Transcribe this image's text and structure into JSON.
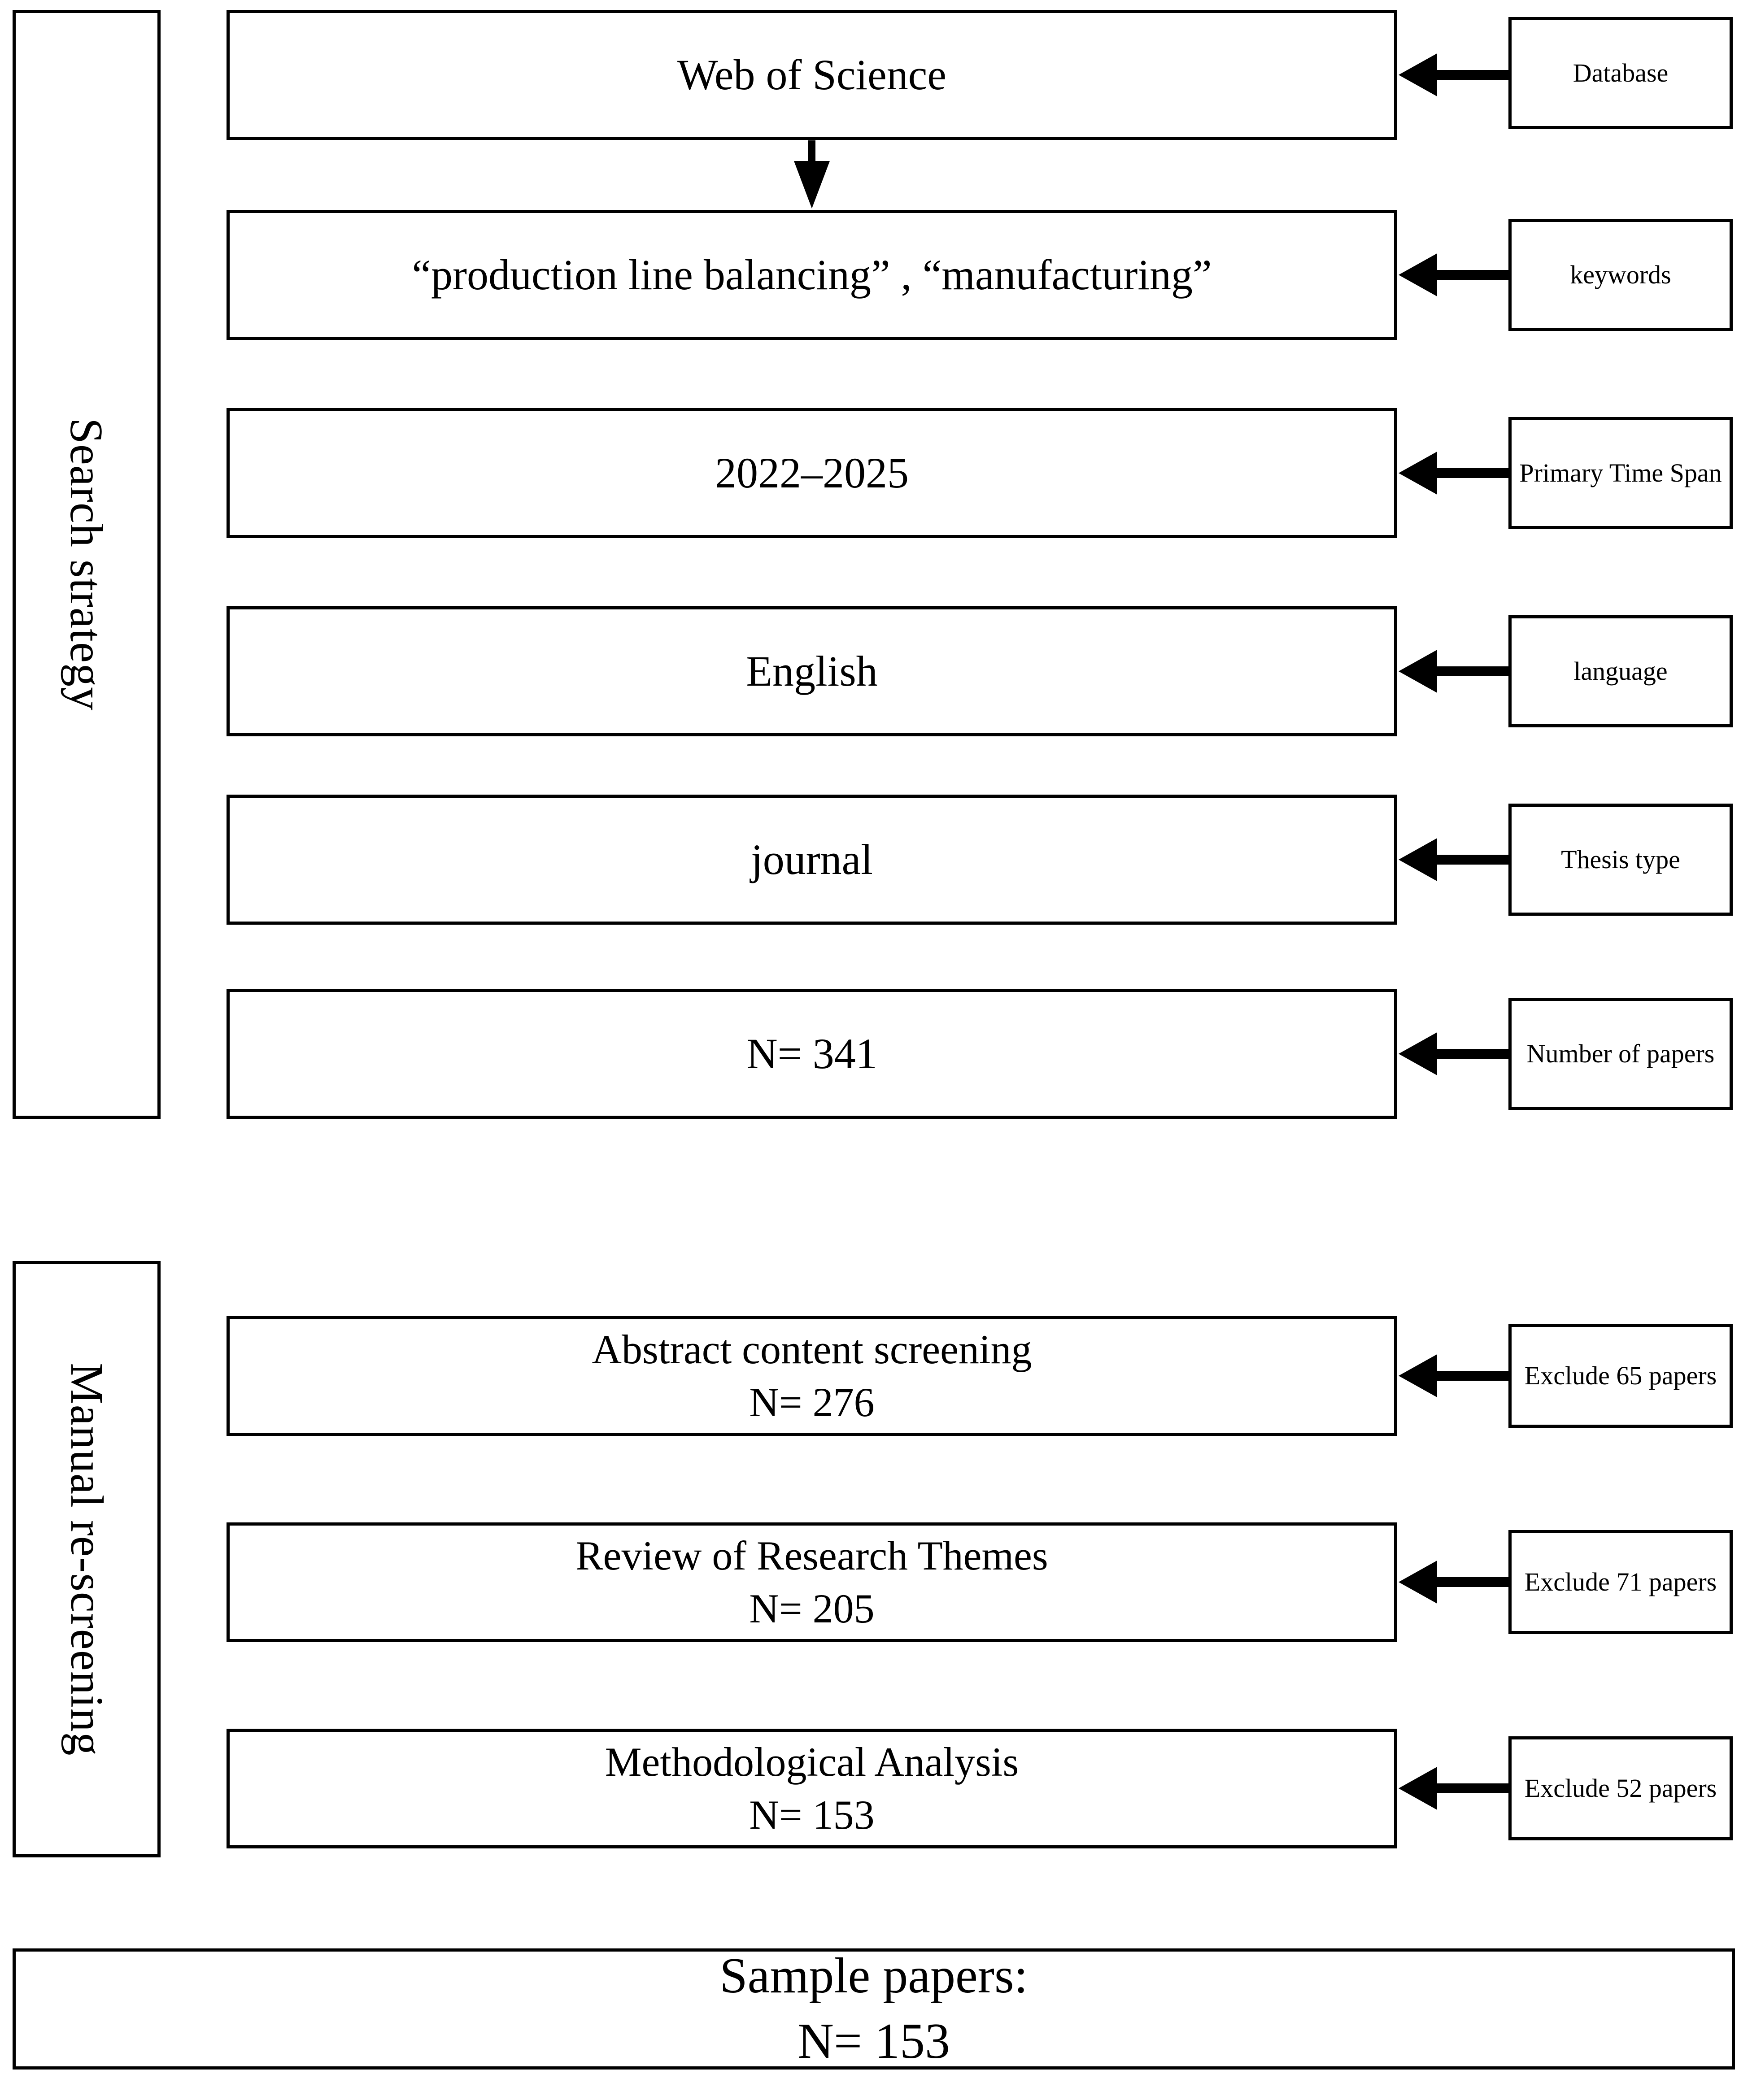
{
  "figure": {
    "type": "prisma-flow-diagram",
    "sections": [
      {
        "id": "search-strategy",
        "label": "Search strategy"
      },
      {
        "id": "manual-re-screening",
        "label": "Manual re-screening"
      }
    ]
  },
  "search_strategy": {
    "label": "Search strategy",
    "steps": [
      {
        "value": "Web of Science",
        "note": "Database"
      },
      {
        "value": "“production line balancing” , “manufacturing”",
        "note": "keywords"
      },
      {
        "value": "2022–2025",
        "note": "Primary Time Span"
      },
      {
        "value": "English",
        "note": "language"
      },
      {
        "value": "journal",
        "note": "Thesis type"
      },
      {
        "value": "N= 341",
        "note": "Number of papers"
      }
    ]
  },
  "manual_rescreening": {
    "label": "Manual re-screening",
    "steps": [
      {
        "title": "Abstract content screening",
        "count": "N= 276",
        "note": "Exclude 65 papers"
      },
      {
        "title": "Review of Research Themes",
        "count": "N= 205",
        "note": "Exclude 71 papers"
      },
      {
        "title": "Methodological Analysis",
        "count": "N= 153",
        "note": "Exclude 52 papers"
      }
    ]
  },
  "summary": {
    "title": "Sample papers:",
    "count": "N= 153"
  },
  "colors": {
    "stroke": "#000000",
    "background": "#ffffff",
    "text": "#000000"
  }
}
